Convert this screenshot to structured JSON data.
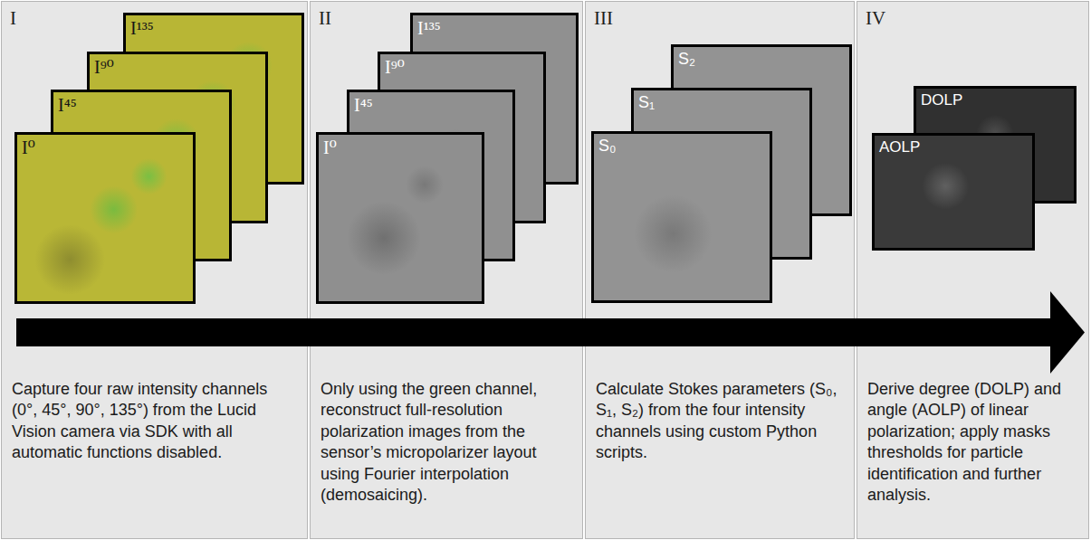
{
  "diagram": {
    "nodes": [
      {
        "text": [
          "I",
          "Capture four raw intensity channels (0°, 45°, 90°, 135°) from the Lucid Vision camera via SDK with all automatic functions disabled."
        ]
      },
      {
        "text": [
          "I¹³⁵"
        ],
        "in": 0
      },
      {
        "text": [
          "I⁹⁰"
        ],
        "in": 0
      },
      {
        "text": [
          "I⁴⁵"
        ],
        "in": 0
      },
      {
        "text": [
          "I⁰"
        ],
        "in": 0
      },
      {
        "text": [
          "II",
          "Only using the green channel, reconstruct full-resolution polarization images from the sensor’s micropolarizer layout using Fourier interpolation (demosaicing)."
        ]
      },
      {
        "text": [
          "I¹³⁵"
        ],
        "in": 5
      },
      {
        "text": [
          "I⁹⁰"
        ],
        "in": 5
      },
      {
        "text": [
          "I⁴⁵"
        ],
        "in": 5
      },
      {
        "text": [
          "I⁰"
        ],
        "in": 5
      },
      {
        "text": [
          "III",
          "Calculate Stokes parameters (S₀, S₁, S₂) from the four intensity channels using custom Python scripts."
        ]
      },
      {
        "text": [
          "S₂"
        ],
        "in": 10
      },
      {
        "text": [
          "S₁"
        ],
        "in": 10
      },
      {
        "text": [
          "S₀"
        ],
        "in": 10
      },
      {
        "text": [
          "IV",
          "Derive degree (DOLP) and angle (AOLP) of linear polarization; apply masks thresholds for particle identification and further analysis."
        ]
      },
      {
        "text": [
          "DOLP"
        ],
        "in": 14
      },
      {
        "text": [
          "AOLP"
        ],
        "in": 14
      }
    ]
  }
}
